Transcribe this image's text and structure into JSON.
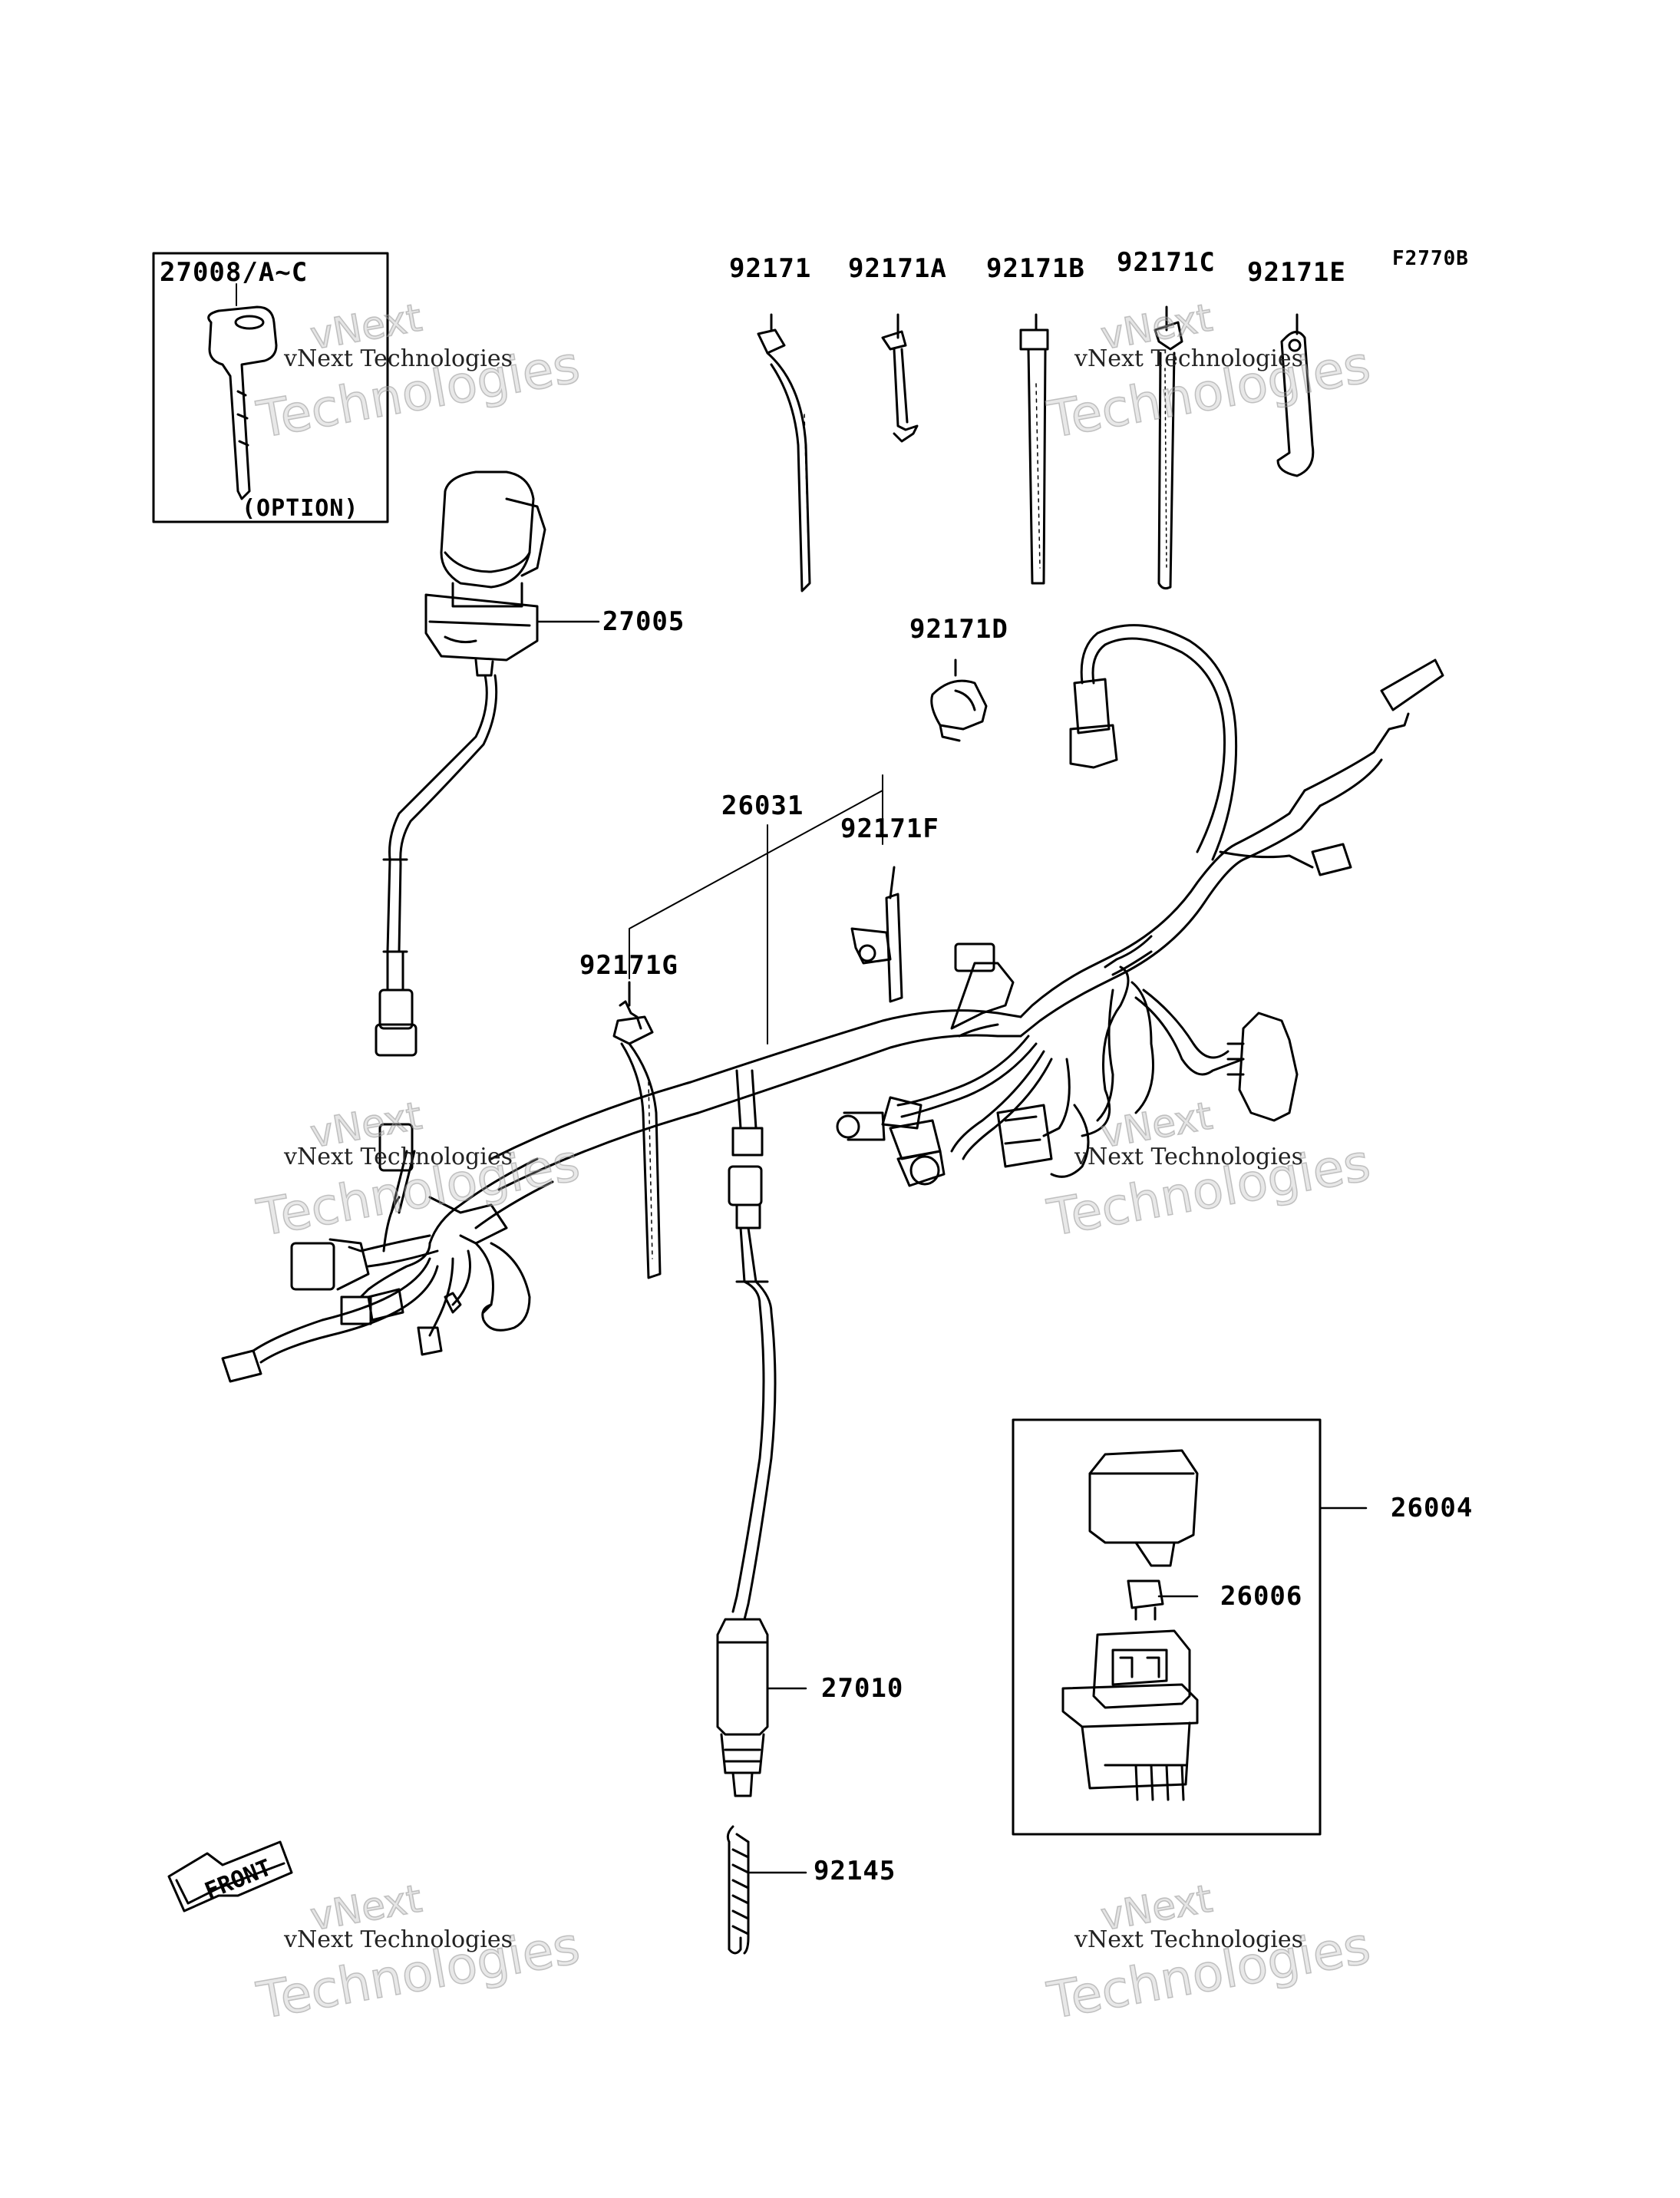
{
  "figure_code": "F2770B",
  "parts": {
    "key": "27008/A~C",
    "key_note": "(OPTION)",
    "ignition_switch": "27005",
    "band_1": "92171",
    "band_a": "92171A",
    "band_b": "92171B",
    "band_c": "92171C",
    "band_e": "92171E",
    "clamp_d": "92171D",
    "main_harness": "26031",
    "clamp_f": "92171F",
    "band_g": "92171G",
    "relay_assembly": "26004",
    "fuse": "26006",
    "brake_switch": "27010",
    "spring": "92145"
  },
  "front_marker": "FRONT",
  "watermark": {
    "line1": "vNext",
    "line2": "vNext Technologies",
    "line3": "Technologies"
  }
}
